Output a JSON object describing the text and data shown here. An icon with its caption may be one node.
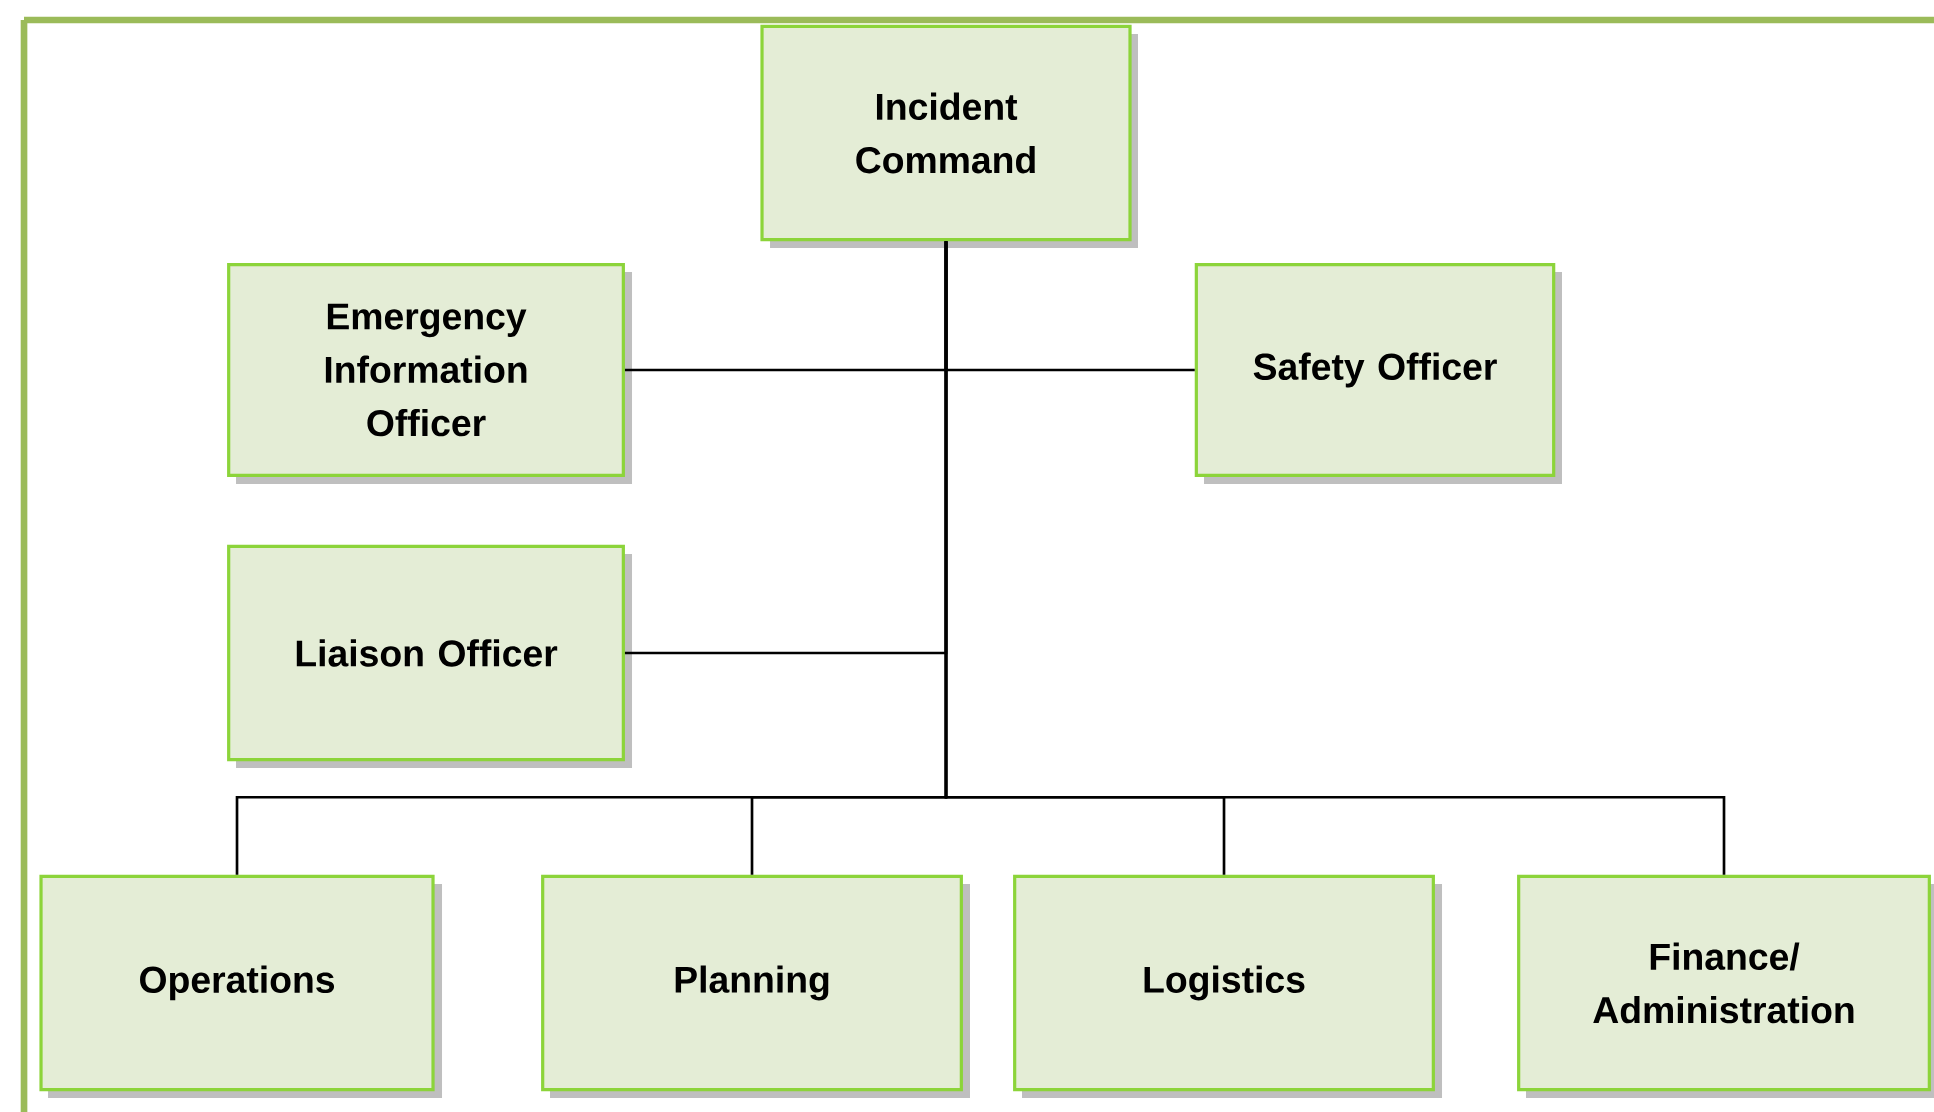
{
  "diagram": {
    "nodes": [
      {
        "text": [
          "Incident Command"
        ]
      },
      {
        "text": [
          "Emergency Information Officer"
        ]
      },
      {
        "text": [
          "Safety Officer"
        ]
      },
      {
        "text": [
          "Liaison Officer"
        ]
      },
      {
        "text": [
          "Operations"
        ]
      },
      {
        "text": [
          "Planning"
        ]
      },
      {
        "text": [
          "Logistics"
        ]
      },
      {
        "text": [
          "Finance/ Administration"
        ]
      }
    ],
    "edges": [
      {
        "from": 0,
        "to": 1,
        "arrow": "none"
      },
      {
        "from": 0,
        "to": 2,
        "arrow": "none"
      },
      {
        "from": 0,
        "to": 3,
        "arrow": "none"
      },
      {
        "from": 0,
        "to": 4,
        "arrow": "none"
      },
      {
        "from": 0,
        "to": 5,
        "arrow": "none"
      },
      {
        "from": 0,
        "to": 6,
        "arrow": "none"
      },
      {
        "from": 0,
        "to": 7,
        "arrow": "none"
      }
    ]
  }
}
